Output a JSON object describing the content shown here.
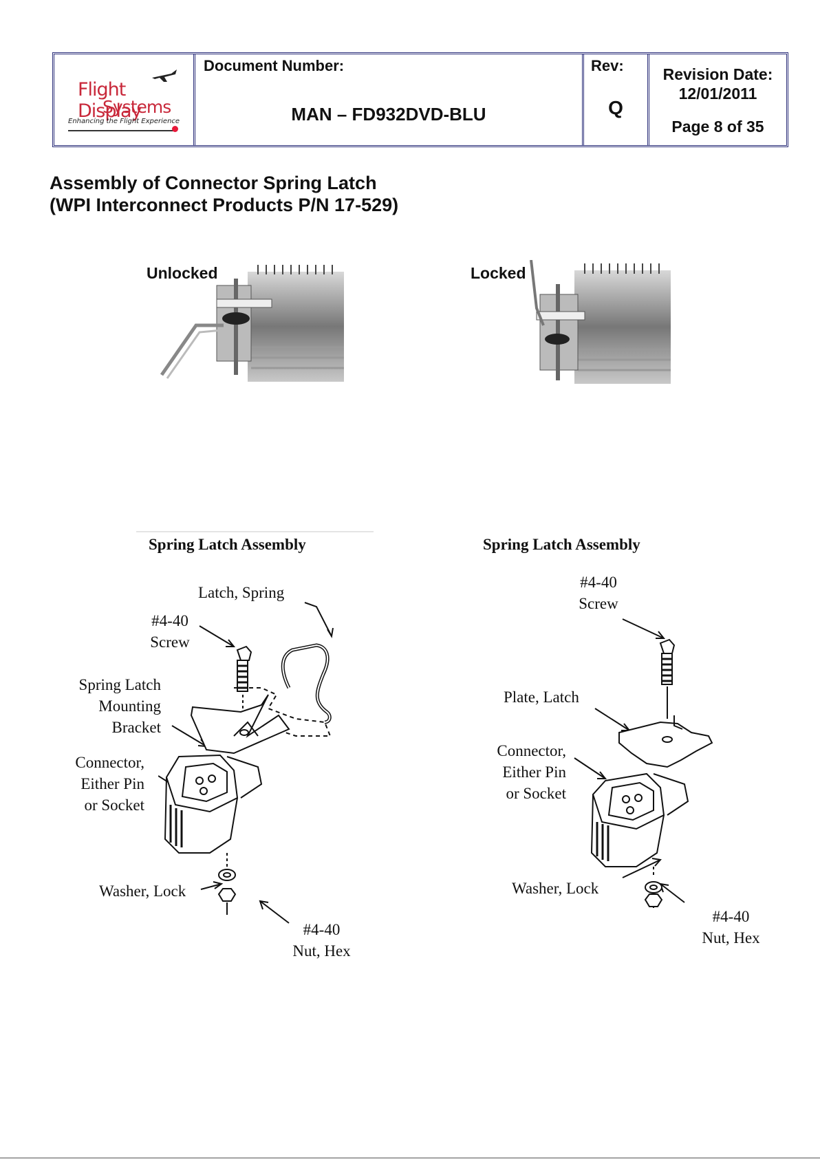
{
  "header": {
    "logo": {
      "line1": "Flight Display",
      "line2": "Systems",
      "tagline": "Enhancing the Flight Experience"
    },
    "document_number_label": "Document Number:",
    "document_number": "MAN – FD932DVD-BLU",
    "rev_label": "Rev:",
    "rev_value": "Q",
    "revision_date_label": "Revision Date:",
    "revision_date": "12/01/2011",
    "page": "Page 8 of 35"
  },
  "title": {
    "line1": "Assembly of Connector Spring Latch",
    "line2": "(WPI Interconnect Products P/N 17-529)"
  },
  "photos": {
    "unlocked_label": "Unlocked",
    "locked_label": "Locked"
  },
  "diagram_left": {
    "title": "Spring Latch Assembly",
    "latch_spring": "Latch, Spring",
    "screw_1": "#4-40",
    "screw_2": "Screw",
    "bracket_1": "Spring Latch",
    "bracket_2": "Mounting",
    "bracket_3": "Bracket",
    "connector_1": "Connector,",
    "connector_2": "Either Pin",
    "connector_3": "or Socket",
    "washer": "Washer, Lock",
    "nut_1": "#4-40",
    "nut_2": "Nut, Hex"
  },
  "diagram_right": {
    "title": "Spring Latch Assembly",
    "screw_1": "#4-40",
    "screw_2": "Screw",
    "plate": "Plate, Latch",
    "connector_1": "Connector,",
    "connector_2": "Either Pin",
    "connector_3": "or Socket",
    "washer": "Washer, Lock",
    "nut_1": "#4-40",
    "nut_2": "Nut, Hex"
  }
}
